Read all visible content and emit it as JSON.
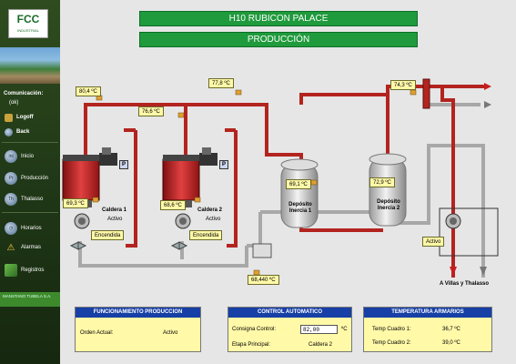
{
  "sidebar": {
    "logo_text": "FCC",
    "logo_sub": "INDUSTRIAL",
    "comm_label": "Comunicación:",
    "comm_status": "(ok)",
    "logoff_label": "Logoff",
    "back_label": "Back",
    "nav": [
      {
        "label": "Inicio",
        "icon": "inicio-icon"
      },
      {
        "label": "Producción",
        "icon": "produccion-icon"
      },
      {
        "label": "Thalasso",
        "icon": "thalasso-icon"
      },
      {
        "label": "Horarios",
        "icon": "clock-icon"
      },
      {
        "label": "Alarmas",
        "icon": "warning-icon"
      },
      {
        "label": "Registros",
        "icon": "registros-icon"
      }
    ],
    "footer": "MANSTANO TUBELA S.A."
  },
  "header": {
    "title": "H10 RUBICON PALACE",
    "subtitle": "PRODUCCIÓN"
  },
  "diagram": {
    "temps": {
      "t1": "80,4 ºC",
      "t2": "77,8 ºC",
      "t3": "76,6 ºC",
      "t4": "74,3 ºC",
      "t5": "69,3 ºC",
      "t6": "68,6 ºC",
      "t7": "69,1 ºC",
      "t8": "72,9 ºC",
      "t9": "68,440 ºC"
    },
    "caldera1": {
      "name": "Caldera 1",
      "state": "Activo",
      "status": "Encendida"
    },
    "caldera2": {
      "name": "Caldera 2",
      "state": "Activo",
      "status": "Encendida"
    },
    "deposito1": "Depósito\nInercia 1",
    "deposito2": "Depósito\nInercia 2",
    "pump_status": "Activo",
    "outlet_label": "A Villas y Thalasso",
    "p_label": "P"
  },
  "panels": {
    "funcionamiento": {
      "title": "FUNCIONAMIENTO PRODUCCION",
      "orden_label": "Orden Actual:",
      "orden_value": "Activo"
    },
    "control": {
      "title": "CONTROL AUTOMATICO",
      "consigna_label": "Consigna Control:",
      "consigna_value": "82,00",
      "consigna_unit": "ºC",
      "etapa_label": "Etapa Principal:",
      "etapa_value": "Caldera 2"
    },
    "temperatura": {
      "title": "TEMPERATURA ARMARIOS",
      "q1_label": "Temp Cuadro 1:",
      "q1_value": "36,7 ºC",
      "q2_label": "Temp Cuadro 2:",
      "q2_value": "39,0 ºC"
    }
  },
  "colors": {
    "hot_pipe": "#b3241f",
    "cold_pipe": "#a8a8a8",
    "title_green": "#1f9a3c",
    "panel_blue": "#1740a6",
    "temp_box": "#fff9a8"
  }
}
